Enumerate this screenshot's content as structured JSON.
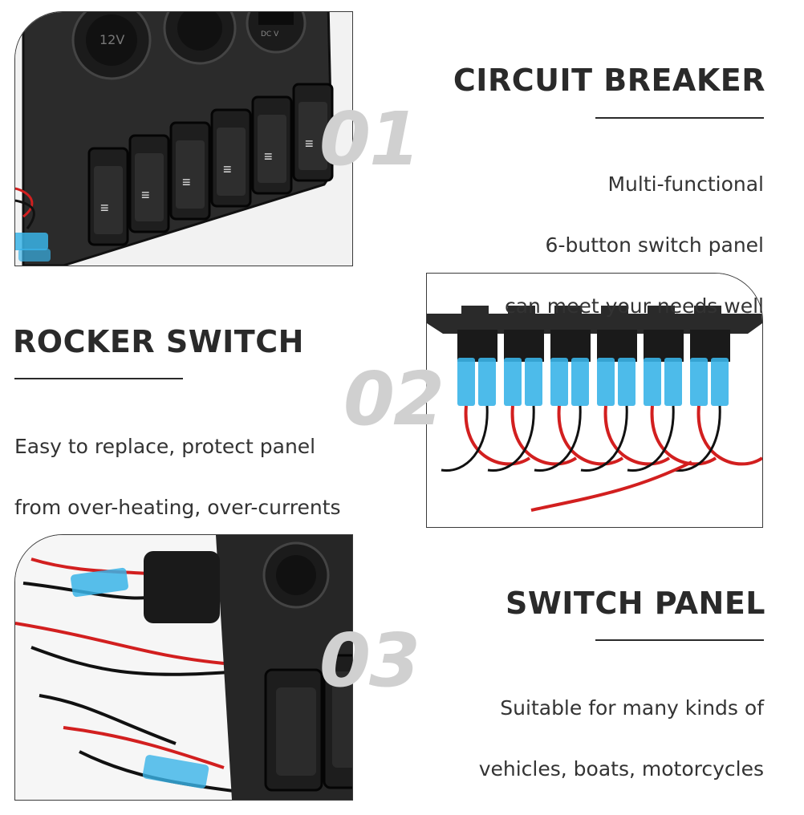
{
  "sections": [
    {
      "number": "01",
      "heading": "CIRCUIT BREAKER",
      "lines": [
        "Multi-functional",
        "6-button switch panel",
        "can meet your needs well"
      ],
      "image_alt": "switch-panel-front-photo"
    },
    {
      "number": "02",
      "heading": "ROCKER SWITCH",
      "lines": [
        "Easy to replace, protect panel",
        "from over-heating, over-currents"
      ],
      "image_alt": "switch-panel-back-wiring-photo"
    },
    {
      "number": "03",
      "heading": "SWITCH PANEL",
      "lines": [
        "Suitable for many kinds of",
        "vehicles, boats, motorcycles"
      ],
      "image_alt": "switch-panel-side-wiring-photo"
    }
  ],
  "photo_labels": {
    "socket_12v": "12V",
    "voltmeter_unit": "DC  V"
  },
  "colors": {
    "text": "#2a2a2a",
    "watermark": "#d0d0d0",
    "panel": "#232323",
    "wire_red": "#d21f1f",
    "connector_blue": "#3ab4e8"
  }
}
